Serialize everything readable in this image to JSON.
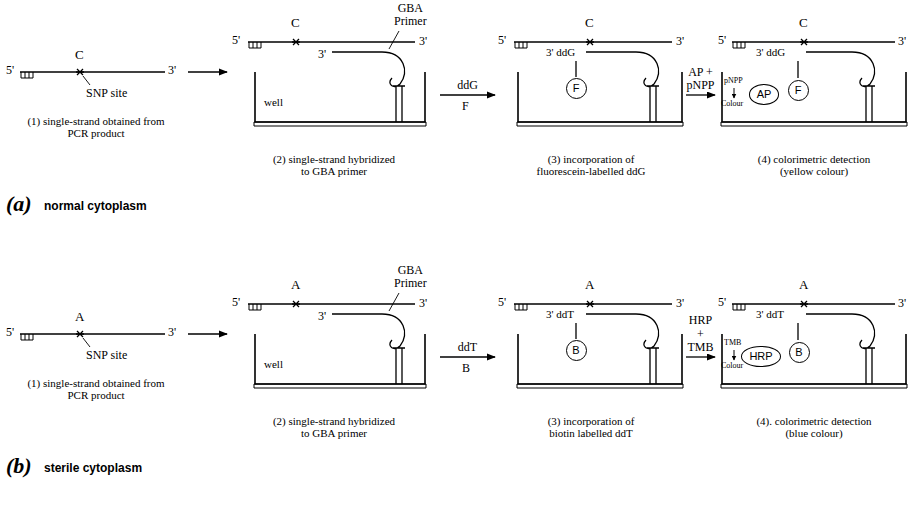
{
  "diagram": {
    "nodes": [
      {
        "text": [
          "(1) single-strand obtained from PCR product"
        ]
      },
      {
        "text": [
          "(2) single-strand hybridized to GBA primer"
        ]
      },
      {
        "text": [
          "(3) incorporation of fluorescein-labelled ddG"
        ]
      },
      {
        "text": [
          "F"
        ],
        "in": 2
      },
      {
        "text": [
          "(4) colorimetric detection (yellow colour)"
        ]
      },
      {
        "text": [
          "AP"
        ],
        "in": 4
      },
      {
        "text": [
          "F"
        ],
        "in": 4
      },
      {
        "text": [
          "(1) single-strand obtained from PCR product"
        ]
      },
      {
        "text": [
          "(2) single-strand hybridized to GBA primer"
        ]
      },
      {
        "text": [
          "(3) incorporation of biotin labelled ddT"
        ]
      },
      {
        "text": [
          "B"
        ],
        "in": 9
      },
      {
        "text": [
          "(4). colorimetric detection (blue colour)"
        ]
      },
      {
        "text": [
          "HRP"
        ],
        "in": 11
      },
      {
        "text": [
          "B"
        ],
        "in": 11
      }
    ],
    "edges": [
      {
        "from": 0,
        "to": 1,
        "arrow": "to"
      },
      {
        "from": 1,
        "to": 2,
        "label": "ddG",
        "arrow": "to"
      },
      {
        "from": 2,
        "to": 4,
        "label": "AP + pNPP",
        "arrow": "to"
      },
      {
        "from": 7,
        "to": 8,
        "arrow": "to"
      },
      {
        "from": 8,
        "to": 9,
        "label": "ddT",
        "arrow": "to"
      },
      {
        "from": 9,
        "to": 11,
        "label": "HRP + TMB",
        "arrow": "to"
      }
    ],
    "labels": [
      "(a)",
      "normal cytoplasm",
      "5'",
      "C",
      "SNP site",
      "3'",
      "5'",
      "C",
      "3'",
      "3'",
      "GBA Primer",
      "well",
      "F",
      "5'",
      "C",
      "3'",
      "3' ddG",
      "5'",
      "C",
      "3'",
      "3' ddG",
      "pNPP",
      "Colour",
      "(b)",
      "sterile cytoplasm",
      "5'",
      "A",
      "SNP site",
      "3'",
      "5'",
      "A",
      "3'",
      "3'",
      "GBA Primer",
      "well",
      "B",
      "5'",
      "A",
      "3'",
      "3' ddT",
      "5'",
      "A",
      "3'",
      "3' ddT",
      "TMB",
      "Colour"
    ]
  }
}
